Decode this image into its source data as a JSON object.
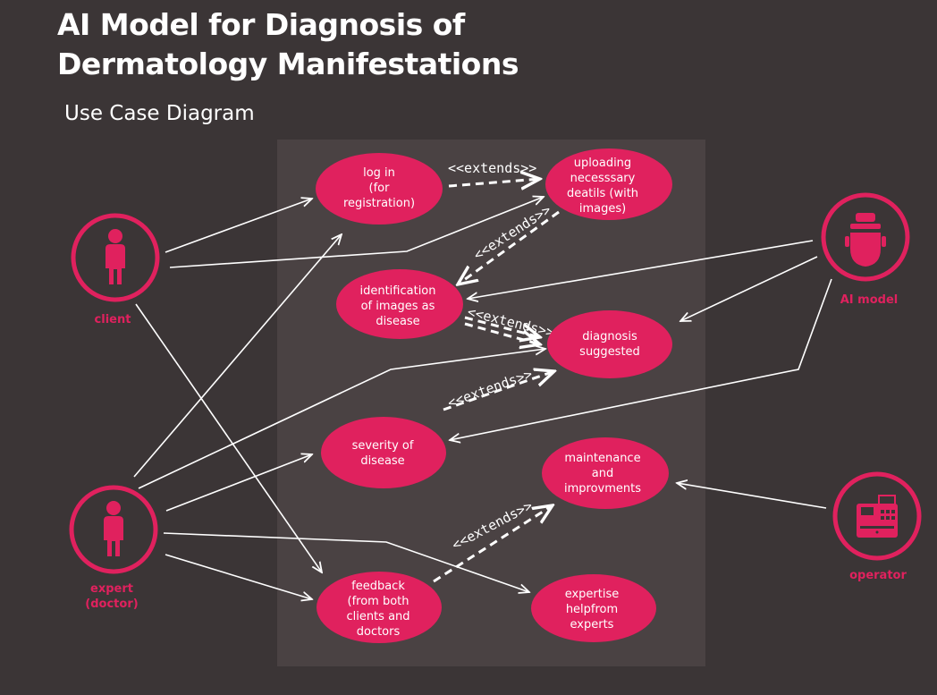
{
  "title_line1": "AI Model for Diagnosis of",
  "title_line2": "Dermatology Manifestations",
  "subtitle": "Use Case Diagram",
  "colors": {
    "background": "#3b3536",
    "panel": "#4a4243",
    "accent": "#e0215e",
    "line": "#ffffff"
  },
  "actors": {
    "client": {
      "label": "client",
      "icon": "person-icon"
    },
    "expert": {
      "label1": "expert",
      "label2": "(doctor)",
      "icon": "person-icon"
    },
    "ai_model": {
      "label": "AI model",
      "icon": "robot-head-icon"
    },
    "operator": {
      "label": "operator",
      "icon": "cash-register-icon"
    }
  },
  "use_cases": {
    "login": [
      "log in",
      "(for",
      "registration)"
    ],
    "uploading": [
      "uploading",
      "necesssary",
      "deatils (with",
      "images)"
    ],
    "identification": [
      "identification",
      "of images as",
      "disease"
    ],
    "diagnosis": [
      "diagnosis",
      "suggested"
    ],
    "severity": [
      "severity of",
      "disease"
    ],
    "maintenance": [
      "maintenance",
      "and",
      "improvments"
    ],
    "feedback": [
      "feedback",
      "(from both",
      "clients and",
      "doctors"
    ],
    "expertise": [
      "expertise",
      "helpfrom",
      "experts"
    ]
  },
  "extends_label": "<<extends>>"
}
